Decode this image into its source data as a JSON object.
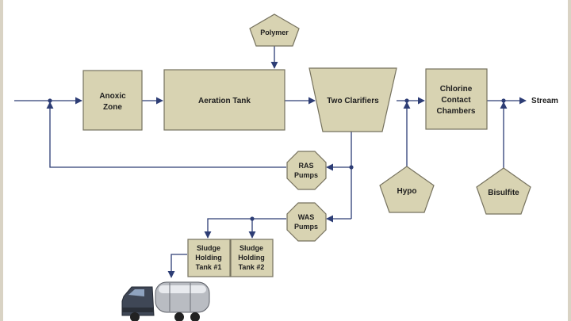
{
  "nodes": {
    "polymer": "Polymer",
    "anoxic_zone": [
      "Anoxic",
      "Zone"
    ],
    "aeration_tank": "Aeration Tank",
    "clarifiers": "Two Clarifiers",
    "chlorine_contact": [
      "Chlorine",
      "Contact",
      "Chambers"
    ],
    "stream": "Stream",
    "ras_pumps": [
      "RAS",
      "Pumps"
    ],
    "was_pumps": [
      "WAS",
      "Pumps"
    ],
    "hypo": "Hypo",
    "bisulfite": "Bisulfite",
    "sludge_tank_1": [
      "Sludge",
      "Holding",
      "Tank #1"
    ],
    "sludge_tank_2": [
      "Sludge",
      "Holding",
      "Tank #2"
    ]
  },
  "colors": {
    "box_fill": "#d8d3b2",
    "box_stroke": "#76725e",
    "line": "#2d3d75",
    "dot": "#2d3d75",
    "frame_edge": "#d9d3c4"
  },
  "icons": {
    "truck": "sludge-truck-icon"
  }
}
